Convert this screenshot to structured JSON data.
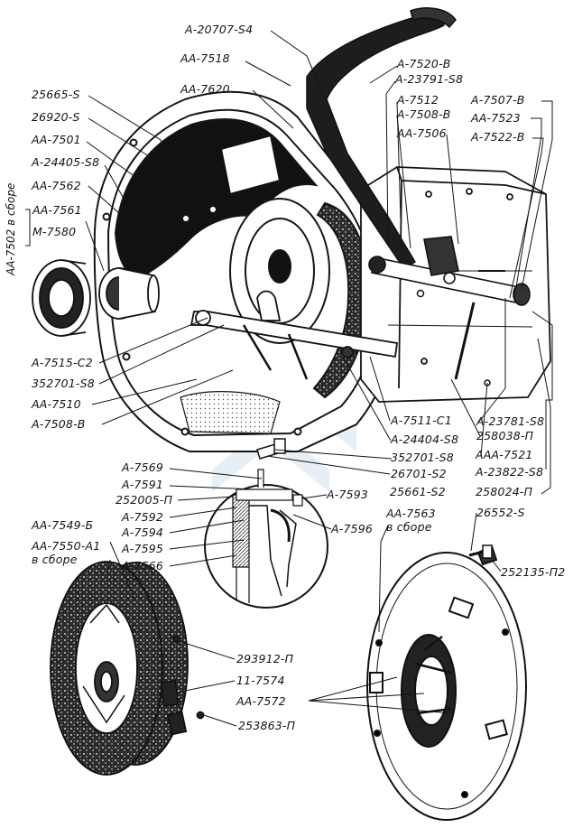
{
  "figure": {
    "description_labels": {
      "group_vertical": "АА-7502 в сборе"
    },
    "callouts": [
      {
        "id": "a20707s4",
        "text": "А-20707-S4"
      },
      {
        "id": "aa7518",
        "text": "АА-7518"
      },
      {
        "id": "aa7620",
        "text": "АА-7620"
      },
      {
        "id": "s25665",
        "text": "25665-S"
      },
      {
        "id": "s26920",
        "text": "26920-S"
      },
      {
        "id": "aa7501",
        "text": "АА-7501"
      },
      {
        "id": "a24405s8",
        "text": "А-24405-S8"
      },
      {
        "id": "aa7562",
        "text": "АА-7562"
      },
      {
        "id": "aa7561",
        "text": "АА-7561"
      },
      {
        "id": "m7580",
        "text": "М-7580"
      },
      {
        "id": "a7520b",
        "text": "А-7520-В"
      },
      {
        "id": "a23791s8",
        "text": "А-23791-S8"
      },
      {
        "id": "a7512",
        "text": "А-7512"
      },
      {
        "id": "a7508b_top",
        "text": "А-7508-В"
      },
      {
        "id": "aa7506",
        "text": "АА-7506"
      },
      {
        "id": "a7507b",
        "text": "А-7507-В"
      },
      {
        "id": "aa7523",
        "text": "АА-7523"
      },
      {
        "id": "a7522b",
        "text": "А-7522-В"
      },
      {
        "id": "a7515c2",
        "text": "А-7515-С2"
      },
      {
        "id": "s352701a",
        "text": "352701-S8"
      },
      {
        "id": "aa7510",
        "text": "АА-7510"
      },
      {
        "id": "a7508b_left",
        "text": "А-7508-В"
      },
      {
        "id": "a7511c1",
        "text": "А-7511-С1"
      },
      {
        "id": "a24404s8",
        "text": "А-24404-S8"
      },
      {
        "id": "s352701b",
        "text": "352701-S8"
      },
      {
        "id": "s26701",
        "text": "26701-S2"
      },
      {
        "id": "s25661",
        "text": "25661-S2"
      },
      {
        "id": "a23781s8",
        "text": "А-23781-S8"
      },
      {
        "id": "p258038",
        "text": "258038-П"
      },
      {
        "id": "aaa7521",
        "text": "ААА-7521"
      },
      {
        "id": "a23822s8",
        "text": "А-23822-S8"
      },
      {
        "id": "p258024",
        "text": "258024-П"
      },
      {
        "id": "a7569",
        "text": "А-7569"
      },
      {
        "id": "a7591",
        "text": "А-7591"
      },
      {
        "id": "p252005",
        "text": "252005-П"
      },
      {
        "id": "a7592",
        "text": "А-7592"
      },
      {
        "id": "a7594",
        "text": "А-7594"
      },
      {
        "id": "a7595",
        "text": "А-7595"
      },
      {
        "id": "a7566",
        "text": "А-7566"
      },
      {
        "id": "a7593",
        "text": "А-7593"
      },
      {
        "id": "a7596",
        "text": "А-7596"
      },
      {
        "id": "aa7563",
        "text": "АА-7563\nв сборе"
      },
      {
        "id": "s26552",
        "text": "26552-S"
      },
      {
        "id": "p252135",
        "text": "252135-П2"
      },
      {
        "id": "aa7549",
        "text": "АА-7549-Б"
      },
      {
        "id": "aa7550",
        "text": "АА-7550-А1\nв сборе"
      },
      {
        "id": "p293912",
        "text": "293912-П"
      },
      {
        "id": "n11_7574",
        "text": "11-7574"
      },
      {
        "id": "aa7572",
        "text": "АА-7572"
      },
      {
        "id": "p253863",
        "text": "253863-П"
      }
    ]
  }
}
